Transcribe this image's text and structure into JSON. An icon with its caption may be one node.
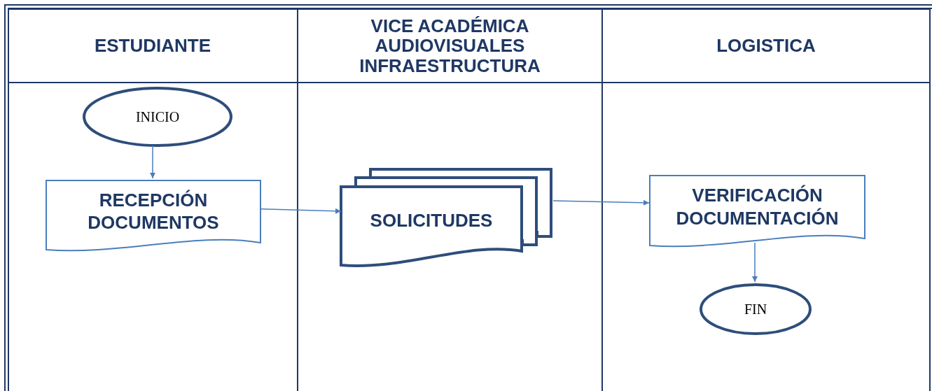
{
  "diagram": {
    "nodes": [
      {
        "text": [
          "ESTUDIANTE"
        ]
      },
      {
        "text": [
          "VICE ACADÉMICA AUDIOVISUALES INFRAESTRUCTURA"
        ]
      },
      {
        "text": [
          "LOGISTICA"
        ]
      },
      {
        "text": [
          "INICIO"
        ],
        "in": 0
      },
      {
        "text": [
          "RECEPCIÓN DOCUMENTOS"
        ],
        "in": 0
      },
      {
        "text": [
          "SOLICITUDES"
        ],
        "in": 1
      },
      {
        "text": [
          "VERIFICACIÓN DOCUMENTACIÓN"
        ],
        "in": 2
      },
      {
        "text": [
          "FIN"
        ],
        "in": 2
      }
    ],
    "edges": [
      {
        "from": 3,
        "to": 4,
        "arrow": "to"
      },
      {
        "from": 4,
        "to": 5,
        "arrow": "to"
      },
      {
        "from": 5,
        "to": 6,
        "arrow": "to"
      },
      {
        "from": 6,
        "to": 7,
        "arrow": "to"
      }
    ]
  }
}
